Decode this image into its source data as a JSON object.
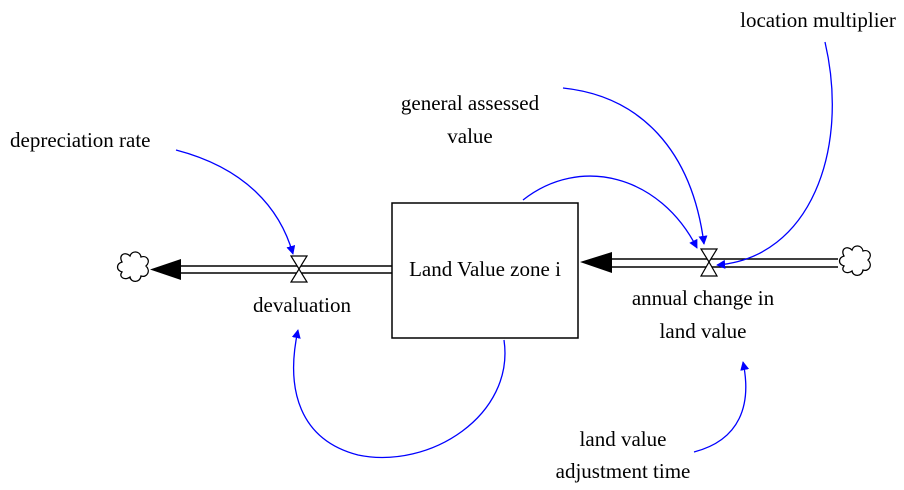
{
  "stock": {
    "label": "Land Value zone i"
  },
  "flows": {
    "outflow": {
      "label": "devaluation"
    },
    "inflow": {
      "label_line1": "annual change in",
      "label_line2": "land value"
    }
  },
  "variables": {
    "depreciation_rate": {
      "label": "depreciation rate"
    },
    "general_assessed_value": {
      "label_line1": "general assessed",
      "label_line2": "value"
    },
    "location_multiplier": {
      "label": "location multiplier"
    },
    "adjustment_time": {
      "label_line1": "land value",
      "label_line2": "adjustment time"
    }
  },
  "colors": {
    "link": "#0000ff",
    "pipe": "#000000",
    "background": "#ffffff"
  }
}
